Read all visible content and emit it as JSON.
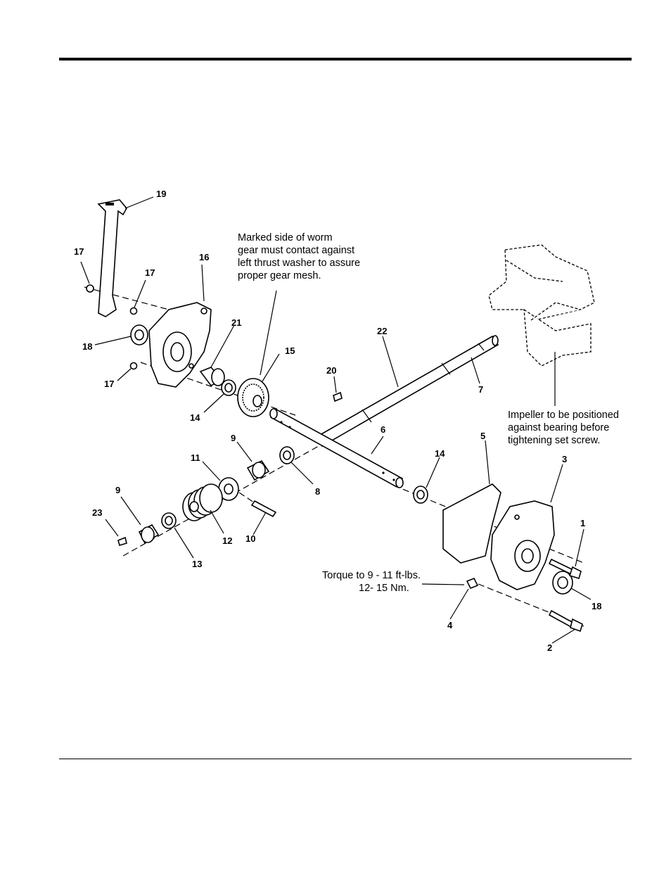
{
  "notes": {
    "worm_gear": [
      "Marked side of worm",
      "gear must contact against",
      "left thrust washer to assure",
      "proper gear mesh."
    ],
    "impeller": [
      "Impeller to be positioned",
      "against bearing before",
      "tightening set screw."
    ],
    "torque": [
      "Torque to 9 - 11 ft-lbs.",
      "12- 15 Nm."
    ]
  },
  "callouts": {
    "c19": "19",
    "c17a": "17",
    "c17b": "17",
    "c16": "16",
    "c18a": "18",
    "c17c": "17",
    "c21": "21",
    "c15": "15",
    "c14a": "14",
    "c22": "22",
    "c20": "20",
    "c7": "7",
    "c9a": "9",
    "c11": "11",
    "c6": "6",
    "c5": "5",
    "c8": "8",
    "c14b": "14",
    "c3": "3",
    "c9b": "9",
    "c23": "23",
    "c12": "12",
    "c10": "10",
    "c13": "13",
    "c1": "1",
    "c18b": "18",
    "c4": "4",
    "c2": "2"
  }
}
